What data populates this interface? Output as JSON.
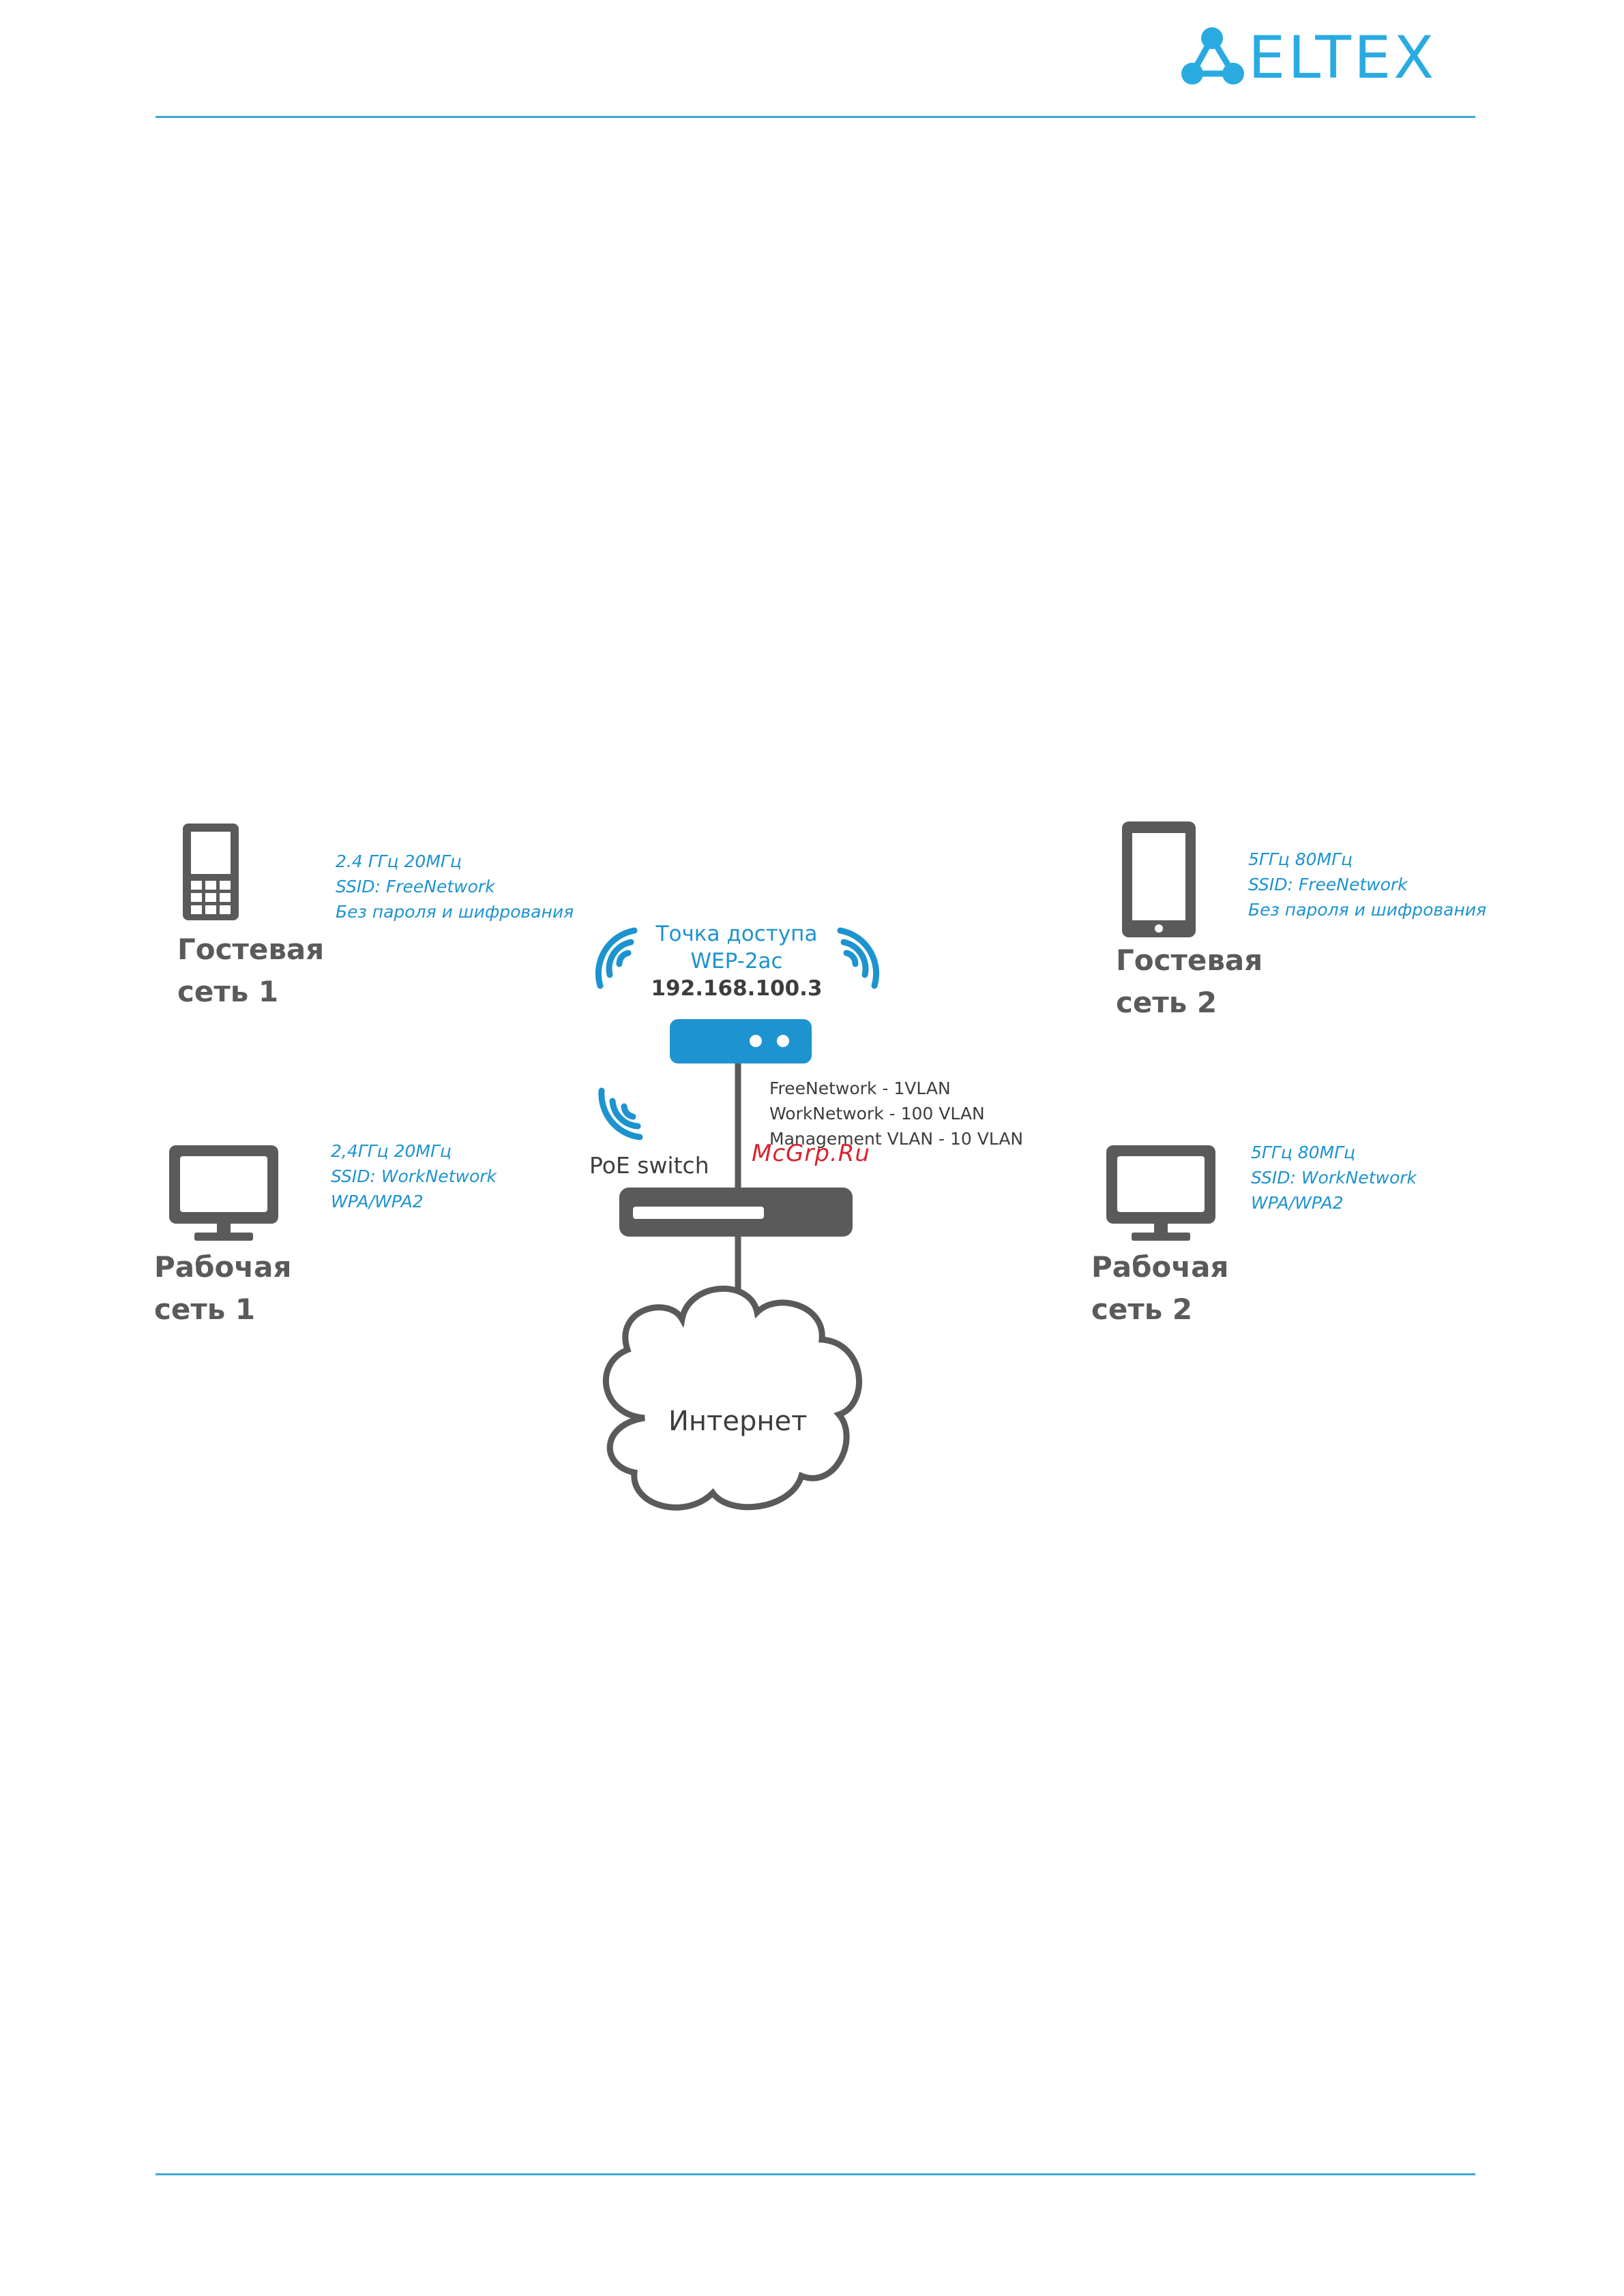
{
  "header": {
    "logo_text": "ELTEX",
    "brand_color": "#29abe2"
  },
  "diagram": {
    "access_point": {
      "title": "Точка доступа",
      "model": "WEP-2ac",
      "ip": "192.168.100.3"
    },
    "vlans": [
      "FreeNetwork - 1VLAN",
      "WorkNetwork - 100 VLAN",
      "Management VLAN - 10 VLAN"
    ],
    "switch_label": "PoE switch",
    "internet_label": "Интернет",
    "watermark": "McGrp.Ru",
    "guest1": {
      "title_line1": "Гостевая",
      "title_line2": "сеть 1",
      "details": [
        "2.4 ГГц 20МГц",
        "SSID: FreeNetwork",
        "Без пароля и шифрования"
      ]
    },
    "guest2": {
      "title_line1": "Гостевая",
      "title_line2": "сеть 2",
      "details": [
        "5ГГц 80МГц",
        "SSID: FreeNetwork",
        "Без пароля и шифрования"
      ]
    },
    "work1": {
      "title_line1": "Рабочая",
      "title_line2": "сеть 1",
      "details": [
        "2,4ГГц 20МГц",
        "SSID: WorkNetwork",
        "WPA/WPA2"
      ]
    },
    "work2": {
      "title_line1": "Рабочая",
      "title_line2": "сеть 2",
      "details": [
        "5ГГц 80МГц",
        "SSID: WorkNetwork",
        "WPA/WPA2"
      ]
    },
    "colors": {
      "accent": "#1d93cf",
      "device_gray": "#5a5a5a",
      "watermark": "#d9232d"
    }
  }
}
